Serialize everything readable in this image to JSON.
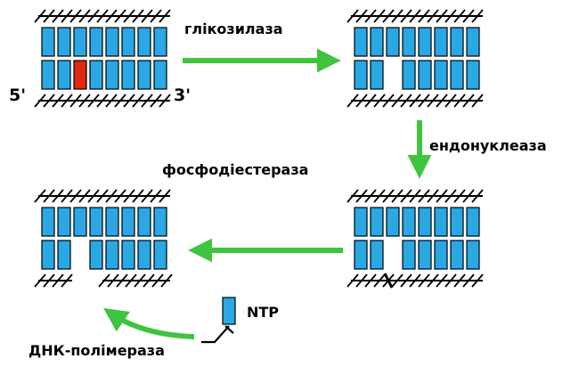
{
  "labels": {
    "glycosylase": "глікозилаза",
    "endonuclease": "ендонуклеаза",
    "phosphodiesterase": "фосфодіестераза",
    "ntp": "NTP",
    "polymerase": "ДНК-полімераза",
    "five_prime": "5'",
    "three_prime": "3'"
  },
  "colors": {
    "nucleotide": "#2aa8e6",
    "damaged_base": "#e02810",
    "arrow": "#3ec43e",
    "outline": "#000000"
  },
  "steps": [
    {
      "name": "damaged-dna",
      "bottom_missing": [],
      "damaged": [
        2
      ]
    },
    {
      "name": "base-excised",
      "bottom_missing": [
        2
      ],
      "damaged": []
    },
    {
      "name": "backbone-cut",
      "bottom_missing": [
        2
      ],
      "damaged": [],
      "nick": true
    },
    {
      "name": "gap",
      "bottom_missing": [
        2
      ],
      "damaged": []
    }
  ]
}
